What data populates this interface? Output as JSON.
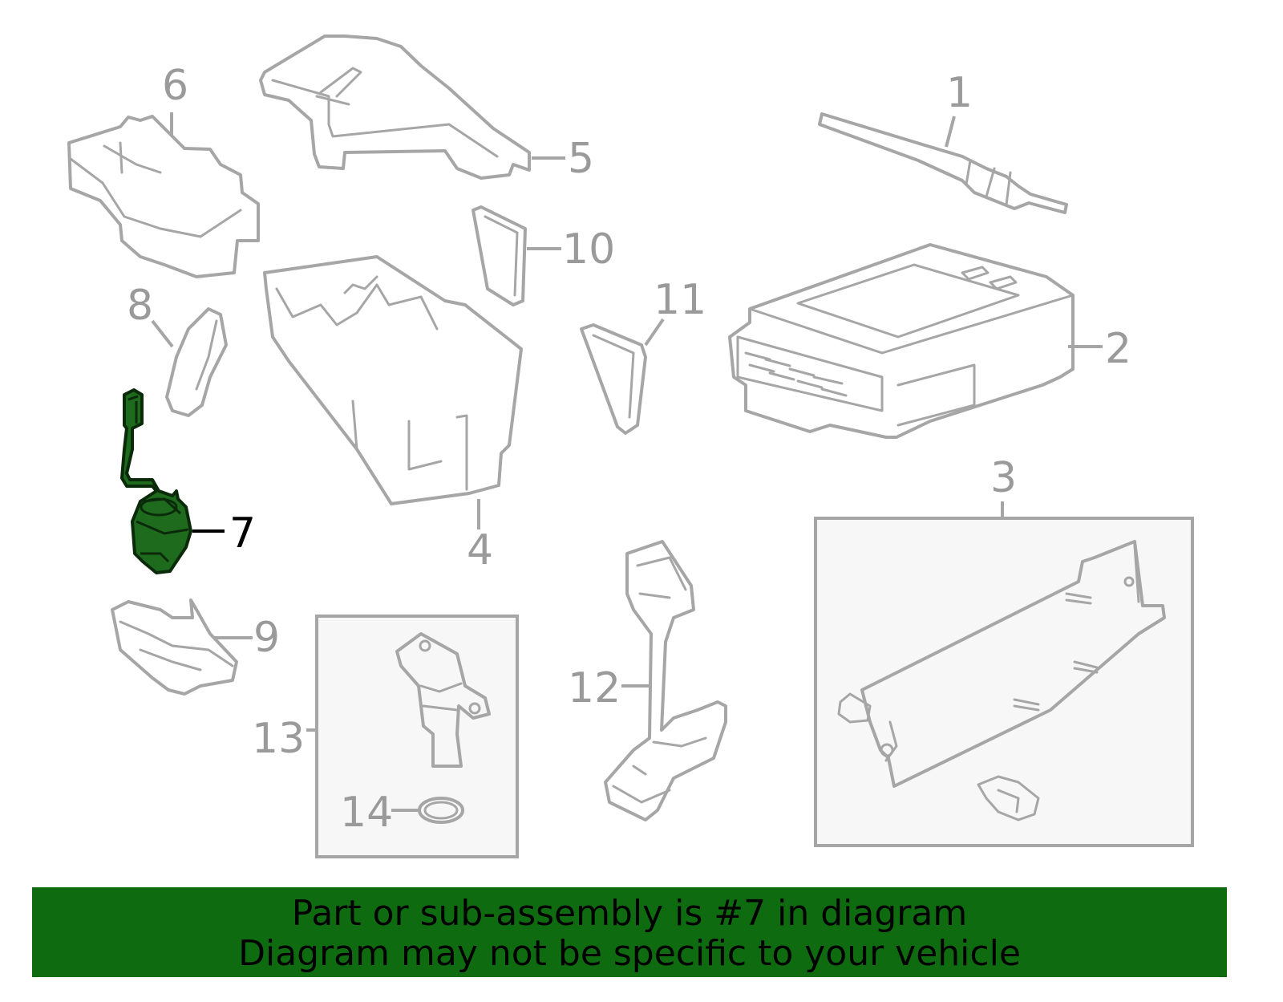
{
  "callouts": {
    "c1": "1",
    "c2": "2",
    "c3": "3",
    "c4": "4",
    "c5": "5",
    "c6": "6",
    "c7": "7",
    "c8": "8",
    "c9": "9",
    "c10": "10",
    "c11": "11",
    "c12": "12",
    "c13": "13",
    "c14": "14"
  },
  "highlighted_part": "7",
  "colors": {
    "highlight": "#1e6b1e",
    "banner": "#0f6b10",
    "outline": "#a6a6a6"
  },
  "banner": {
    "line1": "Part or sub-assembly is #7 in diagram",
    "line2": "Diagram may not be specific to your vehicle"
  }
}
